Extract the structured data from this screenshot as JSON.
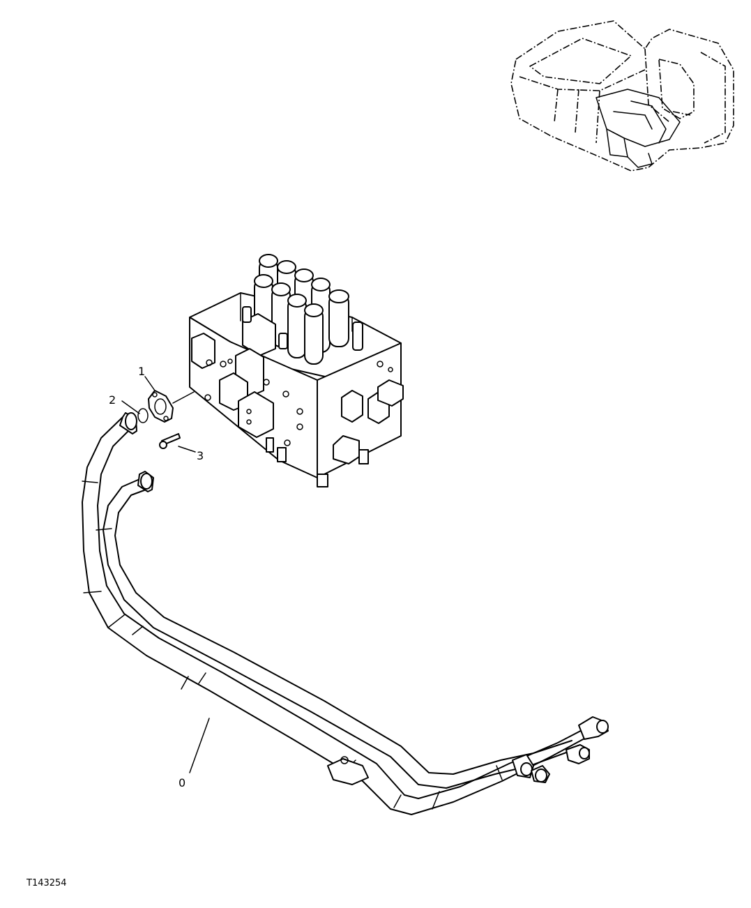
{
  "callouts": {
    "part_0": "0",
    "part_1": "1",
    "part_2": "2",
    "part_3": "3"
  },
  "figure_code": "T143254"
}
